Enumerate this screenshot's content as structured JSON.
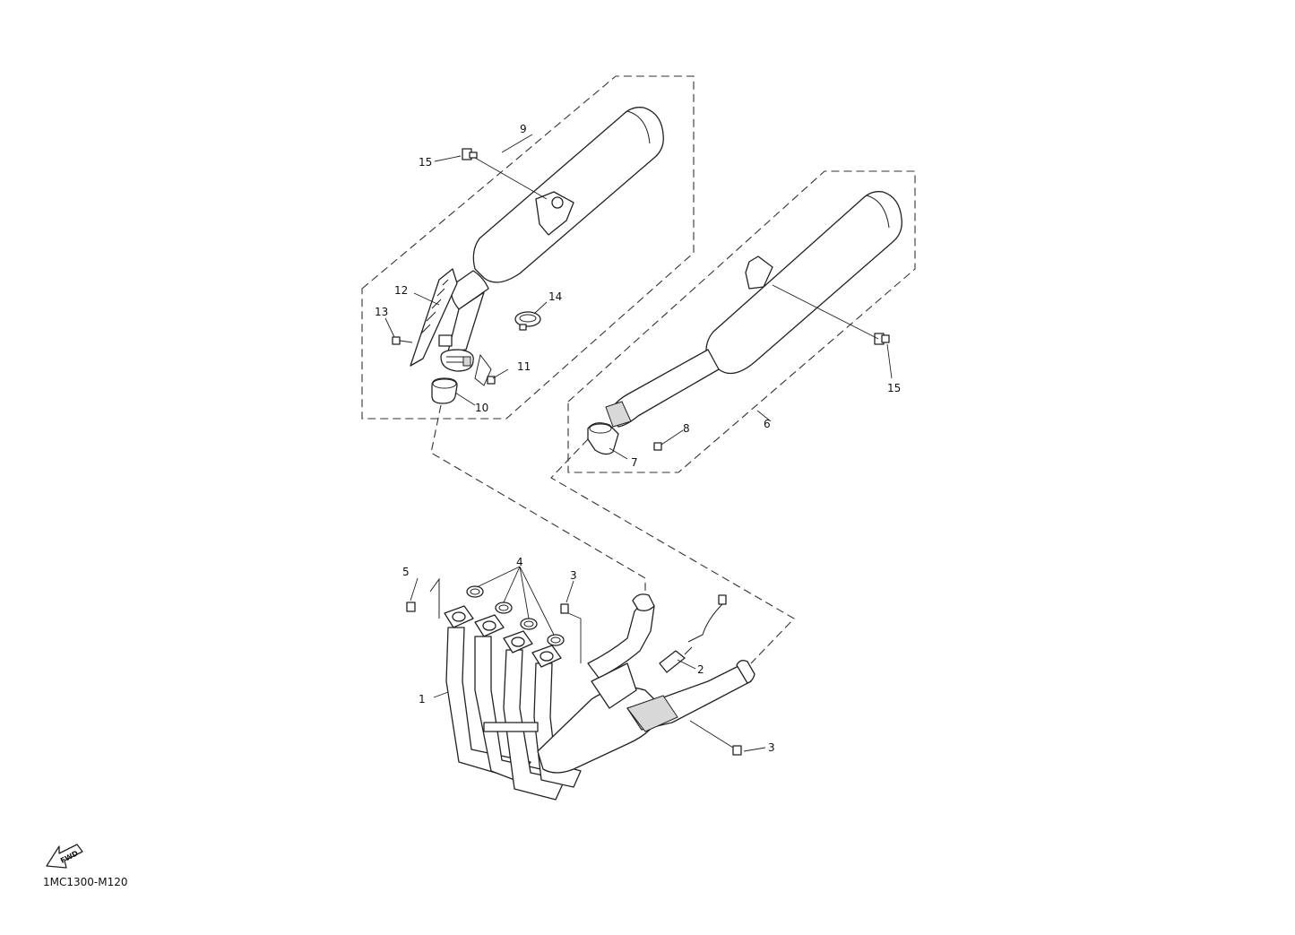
{
  "drawing_code": "1MC1300-M120",
  "fwd_label": "FWD",
  "fwd_icon": "fwd-arrow-icon",
  "callouts": {
    "c1": "1",
    "c2": "2",
    "c3a": "3",
    "c3b": "3",
    "c4": "4",
    "c5": "5",
    "c6": "6",
    "c7": "7",
    "c8": "8",
    "c9": "9",
    "c10": "10",
    "c11": "11",
    "c12": "12",
    "c13": "13",
    "c14": "14",
    "c15a": "15",
    "c15b": "15"
  }
}
